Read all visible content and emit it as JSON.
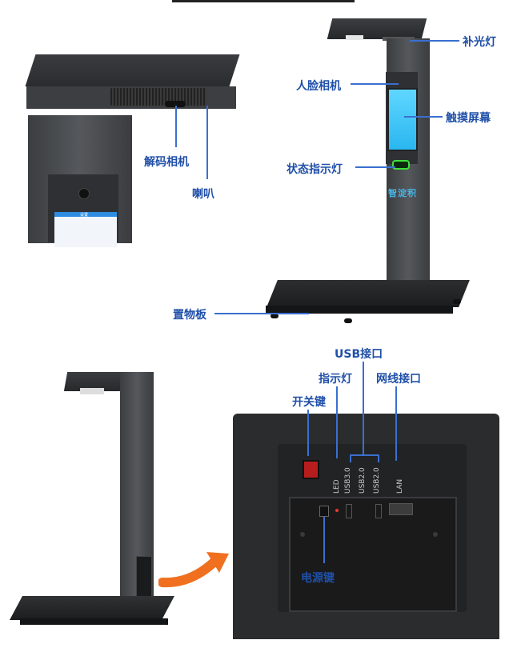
{
  "labels": {
    "fill_light": "补光灯",
    "face_camera": "人脸相机",
    "touch_screen": "触摸屏幕",
    "status_light": "状态指示灯",
    "decode_camera": "解码相机",
    "speaker": "喇叭",
    "platform": "置物板",
    "usb_port": "USB接口",
    "indicator_light": "指示灯",
    "lan_port": "网线接口",
    "power_switch": "开关键",
    "power_button": "电源键"
  },
  "panel_text": {
    "led": "LED",
    "usb30": "USB3.0",
    "usb20_a": "USB2.0",
    "usb20_b": "USB2.0",
    "lan": "LAN"
  },
  "brand": "智淀积",
  "screen_text": {
    "title": "设置"
  }
}
